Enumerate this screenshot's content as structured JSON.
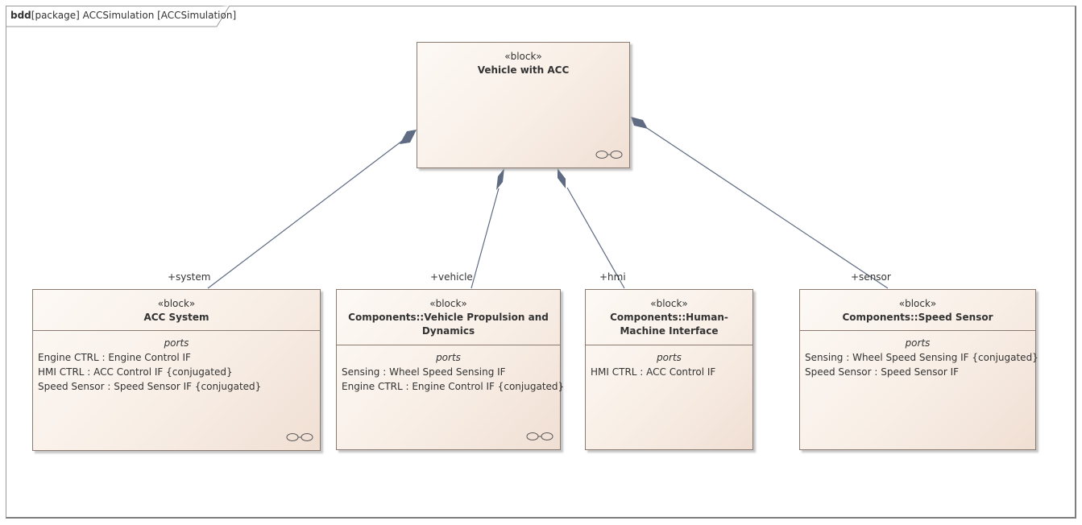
{
  "frame": {
    "kind": "bdd",
    "title": "[package] ACCSimulation [ACCSimulation]"
  },
  "blocks": {
    "vehicle": {
      "stereotype": "«block»",
      "name": "Vehicle with ACC"
    },
    "acc": {
      "stereotype": "«block»",
      "name": "ACC System",
      "compartment_title": "ports",
      "ports": [
        "Engine CTRL : Engine Control IF",
        "HMI CTRL : ACC Control IF {conjugated}",
        "Speed Sensor : Speed Sensor IF {conjugated}"
      ]
    },
    "propulsion": {
      "stereotype": "«block»",
      "name": "Components::Vehicle Propulsion and Dynamics",
      "compartment_title": "ports",
      "ports": [
        "Sensing : Wheel Speed Sensing IF",
        "Engine CTRL : Engine Control IF {conjugated}"
      ]
    },
    "hmi": {
      "stereotype": "«block»",
      "name": "Components::Human-Machine Interface",
      "compartment_title": "ports",
      "ports": [
        "HMI CTRL : ACC Control IF"
      ]
    },
    "speed": {
      "stereotype": "«block»",
      "name": "Components::Speed Sensor",
      "compartment_title": "ports",
      "ports": [
        "Sensing : Wheel Speed Sensing IF {conjugated}",
        "Speed Sensor : Speed Sensor IF"
      ]
    }
  },
  "roles": {
    "system": "+system",
    "vehicle": "+vehicle",
    "hmi": "+hmi",
    "sensor": "+sensor"
  },
  "colors": {
    "connector": "#5f6b82",
    "block_border": "#8a7a70"
  }
}
